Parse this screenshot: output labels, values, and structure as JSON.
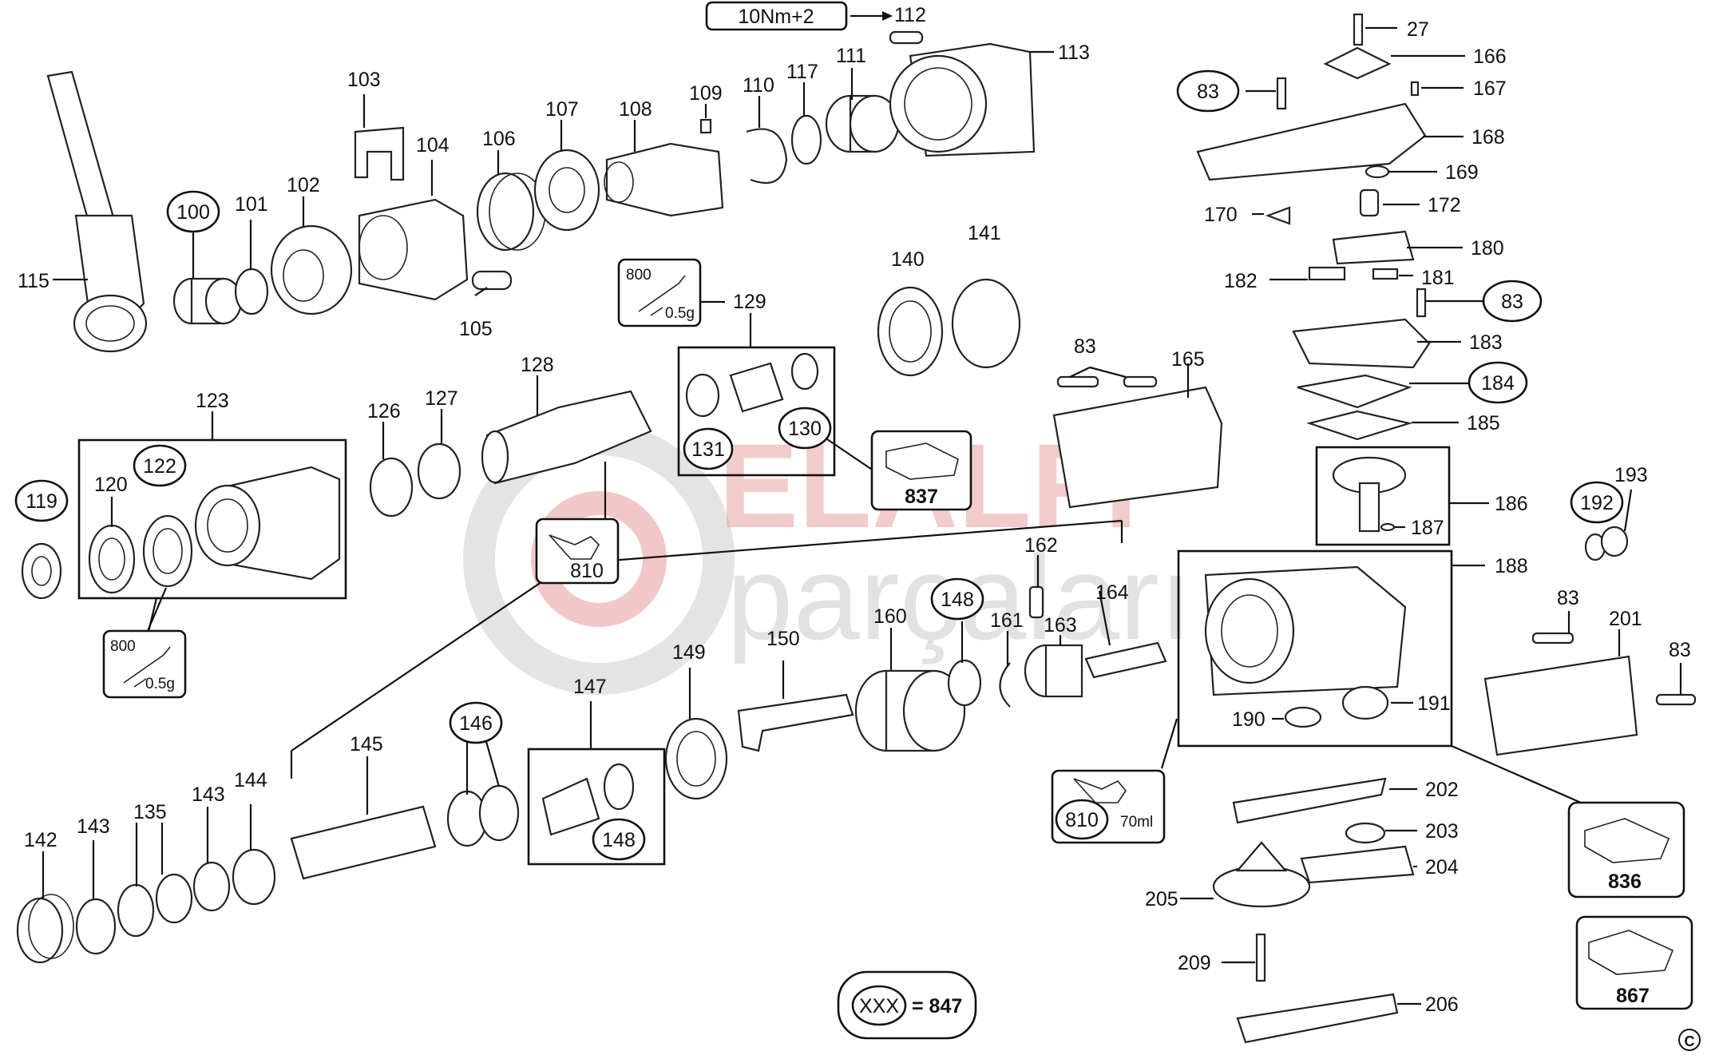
{
  "watermark": {
    "line1": "ELALFI",
    "line2": "parçaları"
  },
  "torque_note": "10Nm+2",
  "legend": {
    "code": "XXX",
    "equals": "= 847"
  },
  "copyright": "C",
  "grease": {
    "top": {
      "code": "800",
      "amount": "0.5g"
    },
    "bottom": {
      "code": "800",
      "amount": "0.5g"
    },
    "box_810_left": {
      "code": "810"
    },
    "box_810_right": {
      "code": "810",
      "amount": "70ml"
    }
  },
  "kits": {
    "k837": "837",
    "k836": "836",
    "k867": "867"
  },
  "circled": [
    "100",
    "122",
    "119",
    "131",
    "130",
    "148",
    "148",
    "146",
    "83",
    "83",
    "184",
    "192"
  ],
  "labels": [
    "27",
    "166",
    "167",
    "168",
    "169",
    "170",
    "172",
    "180",
    "181",
    "182",
    "183",
    "185",
    "186",
    "187",
    "188",
    "193",
    "83",
    "83",
    "201",
    "191",
    "190",
    "202",
    "203",
    "204",
    "205",
    "209",
    "206",
    "112",
    "113",
    "111",
    "117",
    "110",
    "109",
    "108",
    "107",
    "106",
    "104",
    "103",
    "105",
    "101",
    "102",
    "115",
    "129",
    "128",
    "127",
    "126",
    "123",
    "120",
    "140",
    "141",
    "83",
    "165",
    "162",
    "164",
    "163",
    "161",
    "160",
    "150",
    "149",
    "147",
    "145",
    "144",
    "143",
    "143",
    "135",
    "142"
  ]
}
